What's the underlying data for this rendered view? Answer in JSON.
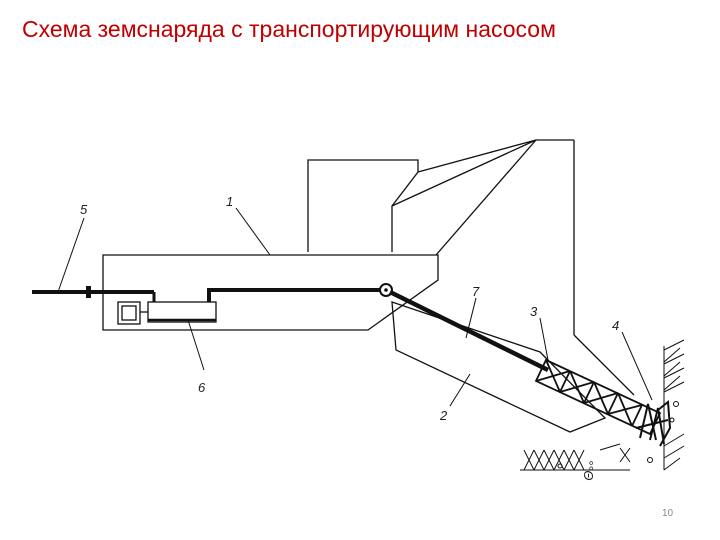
{
  "slide": {
    "title": "Схема земснаряда с транспортирующим насосом",
    "page_number": "10"
  },
  "diagram": {
    "labels": {
      "l1": "1",
      "l2": "2",
      "l3": "3",
      "l4": "4",
      "l5": "5",
      "l6": "6",
      "l7": "7"
    },
    "ground_marks": "°°Θ"
  },
  "colors": {
    "title": "#c00000",
    "line": "#111111",
    "page_number": "#8a8a8a"
  }
}
